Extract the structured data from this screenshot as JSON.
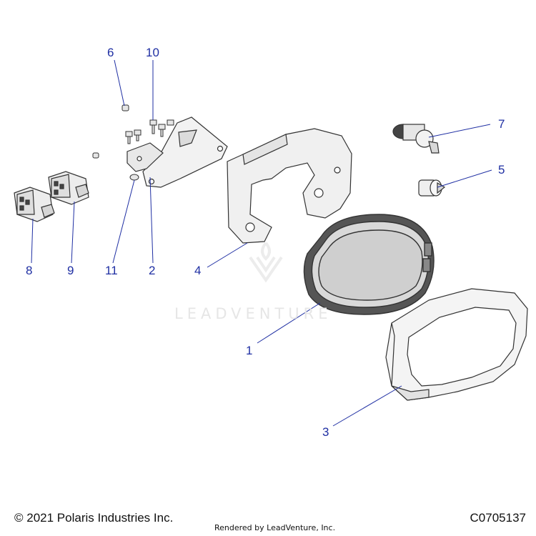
{
  "diagram": {
    "callouts": [
      {
        "label": "1"
      },
      {
        "label": "2"
      },
      {
        "label": "3"
      },
      {
        "label": "4"
      },
      {
        "label": "5"
      },
      {
        "label": "6"
      },
      {
        "label": "7"
      },
      {
        "label": "8"
      },
      {
        "label": "9"
      },
      {
        "label": "10"
      },
      {
        "label": "11"
      }
    ],
    "leader_color": "#1f2fa3"
  },
  "watermark": "LEADVENTURE",
  "footer": {
    "copyright": "© 2021 Polaris Industries Inc.",
    "rendered_by": "Rendered by LeadVenture, Inc.",
    "drawing_code": "C0705137"
  }
}
